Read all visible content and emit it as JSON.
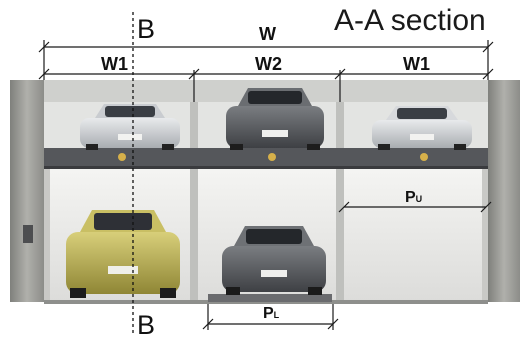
{
  "title": "A-A section",
  "labels": {
    "b_top": "B",
    "b_bottom": "B",
    "w": "W",
    "w1_left": "W1",
    "w2": "W2",
    "w1_right": "W1",
    "pu": "P",
    "pu_sub": "U",
    "pl": "P",
    "pl_sub": "L"
  },
  "colors": {
    "wall": "#9c9c98",
    "deck": "#55575b",
    "pit": "#e9e9e7",
    "car_silver": "#c9cdd1",
    "car_dark": "#5d6064",
    "car_yellow": "#b3a84a"
  }
}
